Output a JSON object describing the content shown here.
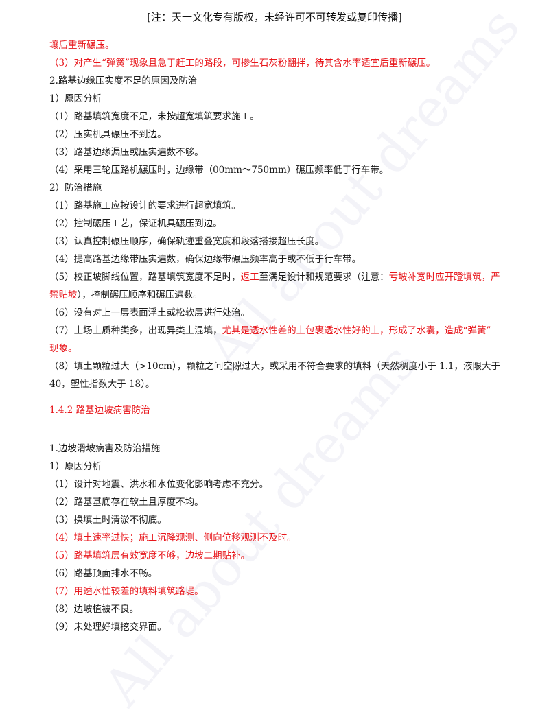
{
  "header": "[注：天一文化专有版权，未经许可不可转发或复印传播]",
  "watermark": "All about dreams",
  "block1": [
    {
      "text": "壤后重新碾压。",
      "red": true
    },
    {
      "text": "（3）对产生“弹簧”现象且急于赶工的路段，可掺生石灰粉翻拌，待其含水率适宜后重新碾压。",
      "red": true
    },
    {
      "text": "2.路基边缘压实度不足的原因及防治"
    },
    {
      "text": "1）原因分析"
    },
    {
      "text": "（1）路基填筑宽度不足，未按超宽填筑要求施工。"
    },
    {
      "text": "（2）压实机具碾压不到边。"
    },
    {
      "text": "（3）路基边缘漏压或压实遍数不够。"
    },
    {
      "text": "（4）采用三轮压路机碾压时，边缘带（00mm～750mm）碾压频率低于行车带。"
    },
    {
      "text": "2）防治措施"
    },
    {
      "text": "（1）路基施工应按设计的要求进行超宽填筑。"
    },
    {
      "text": "（2）控制碾压工艺，保证机具碾压到边。"
    },
    {
      "text": "（3）认真控制碾压顺序，确保轨迹重叠宽度和段落搭接超压长度。"
    },
    {
      "text": "（4）提高路基边缘带压实遍数，确保边缘带碾压频率高于或不低于行车带。"
    }
  ],
  "p5": {
    "a": "（5）校正坡脚线位置，路基填筑宽度不足时，",
    "b": "返工",
    "c": "至满足设计和规范要求（注意：",
    "d": "亏坡补宽时应开蹬填筑，严",
    "e": "禁贴坡",
    "f": "），控制碾压顺序和碾压遍数。"
  },
  "p6": "（6）没有对上一层表面浮土或松软层进行处治。",
  "p7": {
    "a": "（7）土场土质种类多，出现异类土混填，",
    "b": "尤其是透水性差的土包裹透水性好的土，形成了水囊，造成“弹簧”",
    "c": "现象。"
  },
  "p8": {
    "line1": "（8）填土颗粒过大（>10cm），颗粒之间空隙过大，或采用不符合要求的填料（天然稠度小于 1.1，液限大于",
    "line2": "40，塑性指数大于 18）。"
  },
  "section_title": "1.4.2  路基边坡病害防治",
  "block2": [
    {
      "text": "1.边坡滑坡病害及防治措施"
    },
    {
      "text": "1）原因分析"
    },
    {
      "text": "（1）设计对地震、洪水和水位变化影响考虑不充分。"
    },
    {
      "text": "（2）路基基底存在软土且厚度不均。"
    },
    {
      "text": "（3）换填土时清淤不彻底。"
    },
    {
      "text": "（4）填土速率过快；施工沉降观测、侧向位移观测不及时。",
      "red": true
    },
    {
      "text": "（5）路基填筑层有效宽度不够，边坡二期贴补。",
      "red": true
    },
    {
      "text": "（6）路基顶面排水不畅。"
    },
    {
      "text": "（7）用透水性较差的填料填筑路堤。",
      "red": true
    },
    {
      "text": "（8）边坡植被不良。"
    },
    {
      "text": "（9）未处理好填挖交界面。"
    }
  ]
}
